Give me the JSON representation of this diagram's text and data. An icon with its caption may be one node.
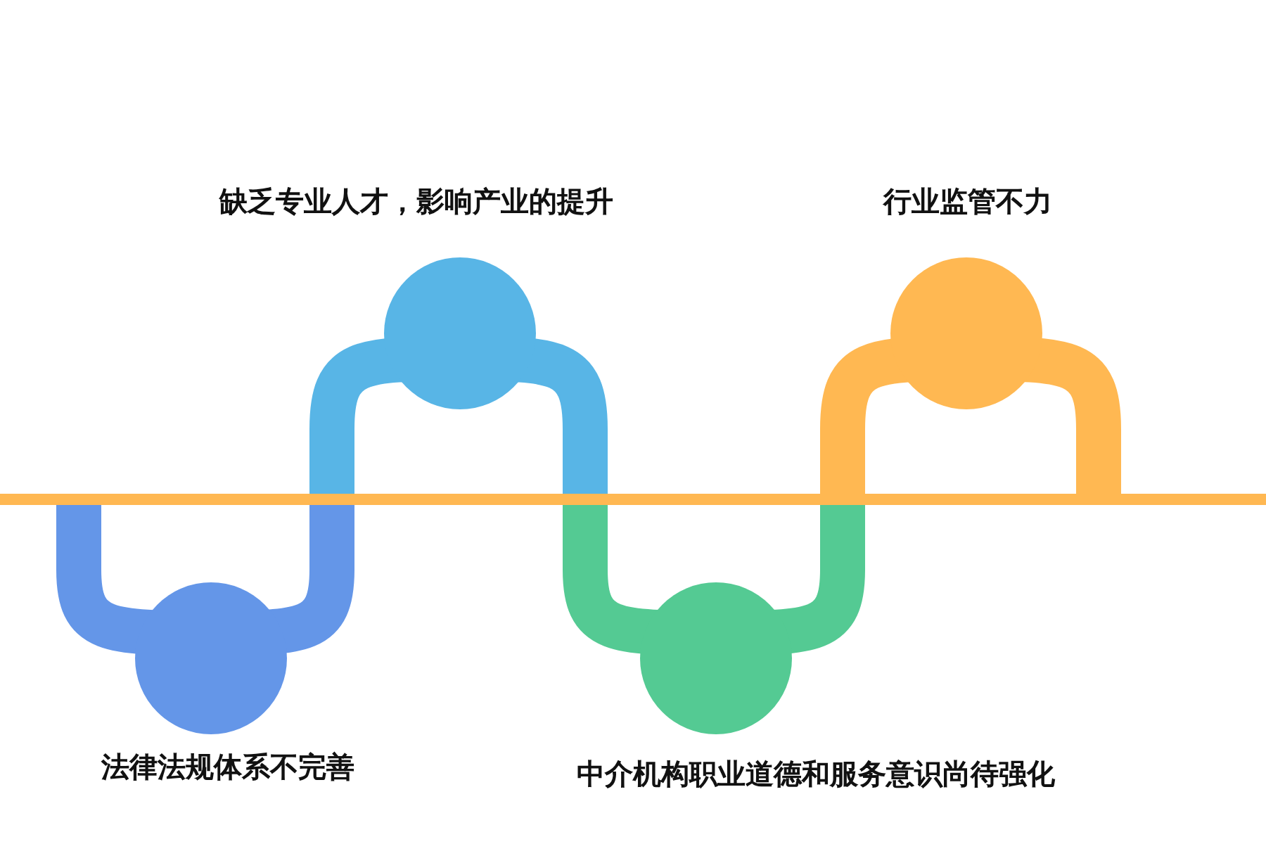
{
  "diagram": {
    "nodes": [
      {
        "text": [
          "法律法规体系不完善"
        ]
      },
      {
        "text": [
          "缺乏专业人才，影响产业的提升"
        ]
      },
      {
        "text": [
          "中介机构职业道德和服务意识尚待强化"
        ]
      },
      {
        "text": [
          "行业监管不力"
        ]
      }
    ]
  }
}
